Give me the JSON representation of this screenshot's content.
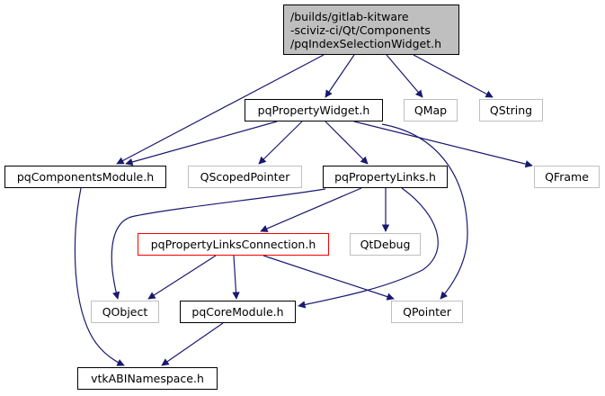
{
  "graph": {
    "title": "Include dependency graph",
    "edge_color": "#191970",
    "nodes": {
      "root": {
        "label": "/builds/gitlab-kitware\n-sciviz-ci/Qt/Components\n/pqIndexSelectionWidget.h",
        "lines": [
          "/builds/gitlab-kitware",
          "-sciviz-ci/Qt/Components",
          "/pqIndexSelectionWidget.h"
        ],
        "kind": "root"
      },
      "pqPropertyWidget": {
        "label": "pqPropertyWidget.h",
        "kind": "documented"
      },
      "QMap": {
        "label": "QMap",
        "kind": "external"
      },
      "QString": {
        "label": "QString",
        "kind": "external"
      },
      "pqComponentsModule": {
        "label": "pqComponentsModule.h",
        "kind": "documented"
      },
      "QScopedPointer": {
        "label": "QScopedPointer",
        "kind": "external"
      },
      "pqPropertyLinks": {
        "label": "pqPropertyLinks.h",
        "kind": "documented"
      },
      "QFrame": {
        "label": "QFrame",
        "kind": "external"
      },
      "pqPropertyLinksConnection": {
        "label": "pqPropertyLinksConnection.h",
        "kind": "highlighted"
      },
      "QtDebug": {
        "label": "QtDebug",
        "kind": "external"
      },
      "QObject": {
        "label": "QObject",
        "kind": "external"
      },
      "pqCoreModule": {
        "label": "pqCoreModule.h",
        "kind": "documented"
      },
      "QPointer": {
        "label": "QPointer",
        "kind": "external"
      },
      "vtkABINamespace": {
        "label": "vtkABINamespace.h",
        "kind": "documented"
      }
    },
    "edges": [
      [
        "root",
        "pqPropertyWidget"
      ],
      [
        "root",
        "QMap"
      ],
      [
        "root",
        "QString"
      ],
      [
        "root",
        "pqComponentsModule"
      ],
      [
        "pqPropertyWidget",
        "pqComponentsModule"
      ],
      [
        "pqPropertyWidget",
        "QScopedPointer"
      ],
      [
        "pqPropertyWidget",
        "pqPropertyLinks"
      ],
      [
        "pqPropertyWidget",
        "QFrame"
      ],
      [
        "pqPropertyWidget",
        "QPointer"
      ],
      [
        "pqComponentsModule",
        "vtkABINamespace"
      ],
      [
        "pqPropertyLinks",
        "QObject"
      ],
      [
        "pqPropertyLinks",
        "pqPropertyLinksConnection"
      ],
      [
        "pqPropertyLinks",
        "QtDebug"
      ],
      [
        "pqPropertyLinks",
        "pqCoreModule"
      ],
      [
        "pqPropertyLinksConnection",
        "QObject"
      ],
      [
        "pqPropertyLinksConnection",
        "pqCoreModule"
      ],
      [
        "pqPropertyLinksConnection",
        "QPointer"
      ],
      [
        "pqCoreModule",
        "vtkABINamespace"
      ]
    ]
  }
}
